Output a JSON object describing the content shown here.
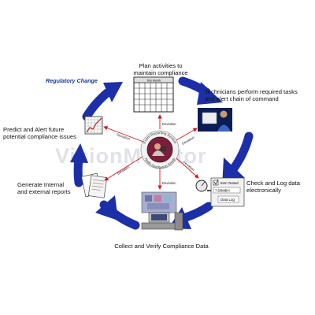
{
  "watermark": "VisionMonitor",
  "regulatory_change": "Regulatory Change",
  "steps": {
    "plan": [
      "Plan activities to",
      "maintain compliance"
    ],
    "technicians": [
      "Technicians perform required tasks",
      "and alert chain of command"
    ],
    "check": [
      "Check and Log data",
      "electronically"
    ],
    "collect": "Collect and Verify Compliance Data",
    "generate": [
      "Generate Internal",
      "and external reports"
    ],
    "predict": [
      "Predict and Alert future",
      "potential compliance issues"
    ]
  },
  "calendar_title": "This Month",
  "check_panel": {
    "item_tested": "Item Tested",
    "reading": "7.5/6MBH",
    "data_log": "Data Log"
  },
  "center_text": {
    "top": "Event Reporting System",
    "bottom": "Notify Distribution Group"
  },
  "deviation_label": "Deviation",
  "colors": {
    "cycle_arrows": "#1c2fa8",
    "deviation_arrows": "#d01818",
    "center_fill": "#7a1e3a"
  }
}
